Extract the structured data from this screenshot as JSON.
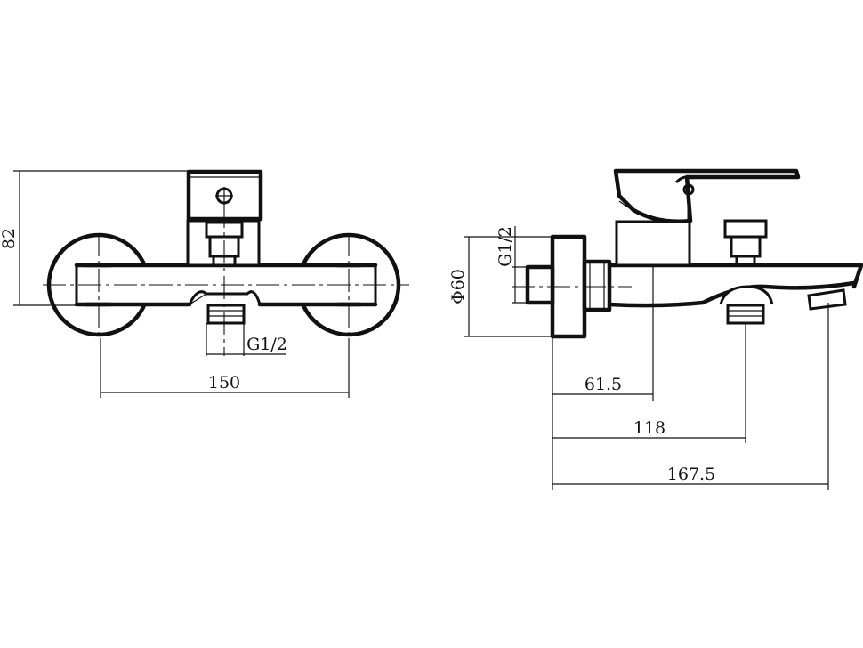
{
  "drawing": {
    "front_view": {
      "height_dim": "82",
      "width_dim": "150",
      "thread": "G1/2"
    },
    "side_view": {
      "diameter_dim": "Φ60",
      "thread": "G1/2",
      "dim_a": "61.5",
      "dim_b": "118",
      "dim_c": "167.5"
    }
  }
}
